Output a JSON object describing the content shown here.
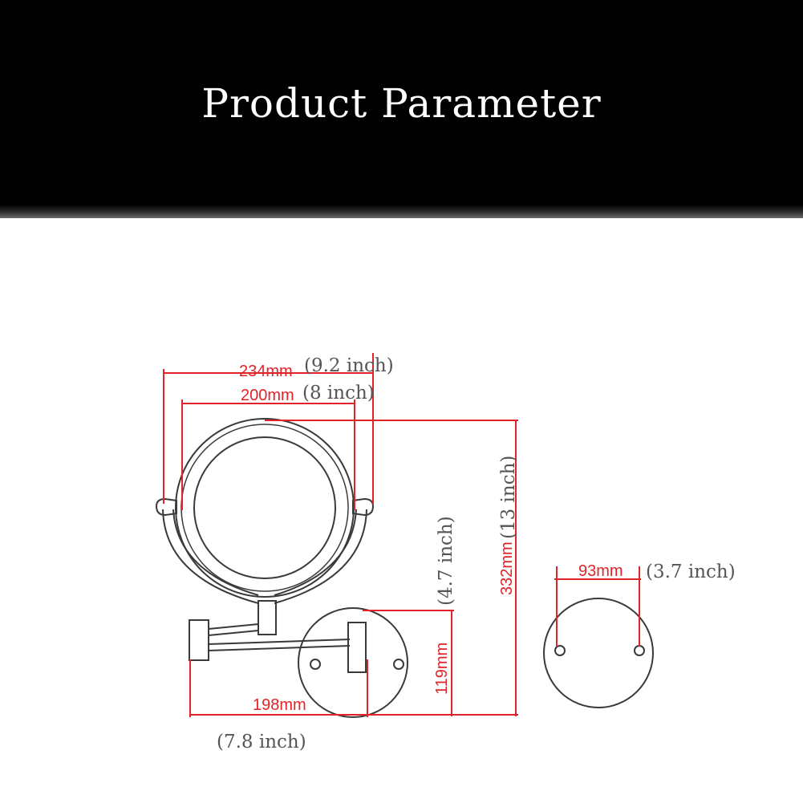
{
  "header": {
    "title": "Product Parameter"
  },
  "dimensions": {
    "outer_width": {
      "mm": "234mm",
      "inch": "(9.2 inch)"
    },
    "mirror_diameter": {
      "mm": "200mm",
      "inch": "(8 inch)"
    },
    "total_height": {
      "mm": "332mm",
      "inch": "(13 inch)"
    },
    "base_height": {
      "mm": "119mm",
      "inch": "(4.7 inch)"
    },
    "arm_length": {
      "mm": "198mm",
      "inch": "(7.8 inch)"
    },
    "hole_spacing": {
      "mm": "93mm",
      "inch": "(3.7 inch)"
    }
  },
  "colors": {
    "dimension_line": "#e0242a",
    "outline": "#3a3a3a",
    "annotation": "#555555"
  }
}
